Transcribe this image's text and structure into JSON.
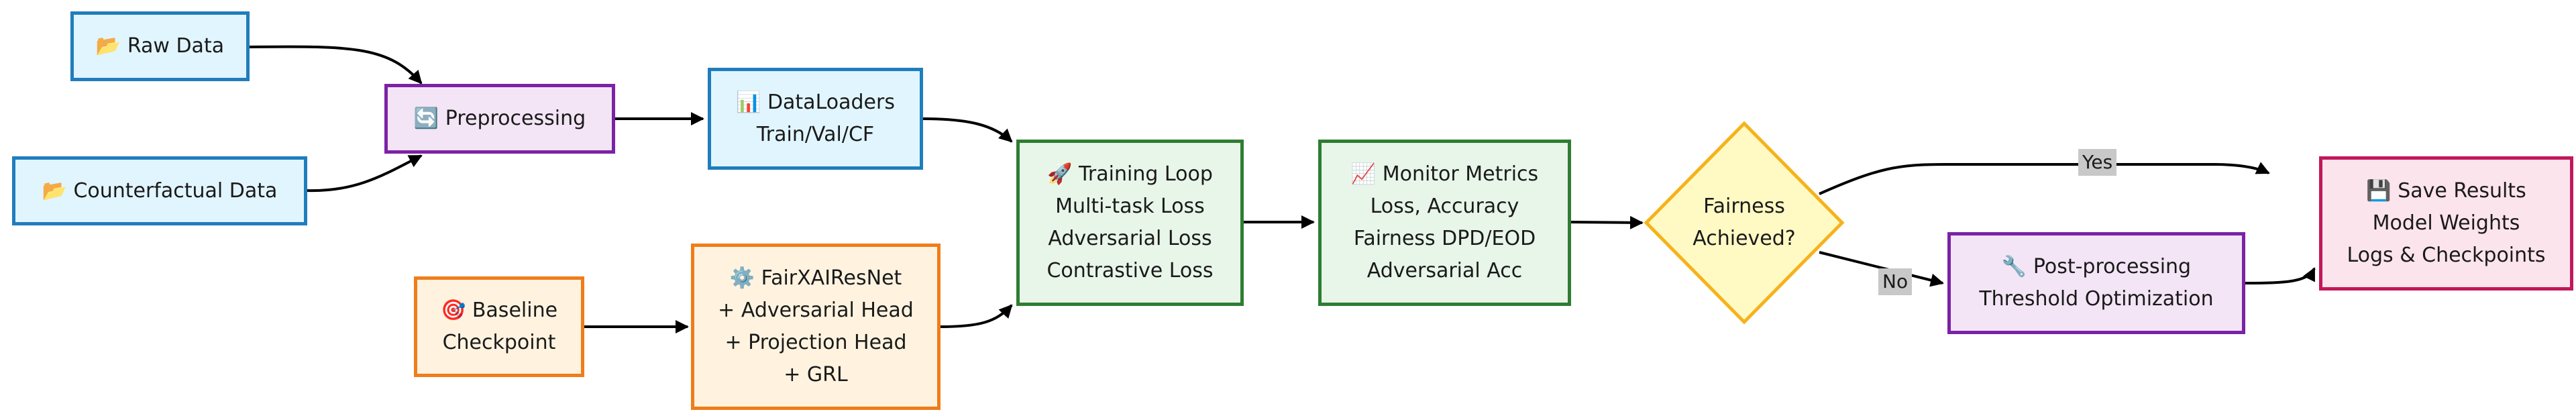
{
  "nodes": {
    "raw_data": {
      "icon": "📂",
      "lines": [
        "Raw Data"
      ]
    },
    "counterfactual_data": {
      "icon": "📂",
      "lines": [
        "Counterfactual Data"
      ]
    },
    "preprocessing": {
      "icon": "🔄",
      "lines": [
        "Preprocessing"
      ]
    },
    "dataloaders": {
      "icon": "📊",
      "lines": [
        "DataLoaders",
        "Train/Val/CF"
      ]
    },
    "baseline": {
      "icon": "🎯",
      "lines": [
        "Baseline",
        "Checkpoint"
      ]
    },
    "fairxai": {
      "icon": "⚙️",
      "lines": [
        "FairXAIResNet",
        "+ Adversarial Head",
        "+ Projection Head",
        "+ GRL"
      ]
    },
    "training_loop": {
      "icon": "🚀",
      "lines": [
        "Training Loop",
        "Multi-task Loss",
        "Adversarial Loss",
        "Contrastive Loss"
      ]
    },
    "monitor_metrics": {
      "icon": "📈",
      "lines": [
        "Monitor Metrics",
        "Loss, Accuracy",
        "Fairness DPD/EOD",
        "Adversarial Acc"
      ]
    },
    "fairness_decision": {
      "lines": [
        "Fairness",
        "Achieved?"
      ]
    },
    "post_processing": {
      "icon": "🔧",
      "lines": [
        "Post-processing",
        "Threshold Optimization"
      ]
    },
    "save_results": {
      "icon": "💾",
      "lines": [
        "Save Results",
        "Model Weights",
        "Logs & Checkpoints"
      ]
    }
  },
  "edge_labels": {
    "yes": "Yes",
    "no": "No"
  }
}
